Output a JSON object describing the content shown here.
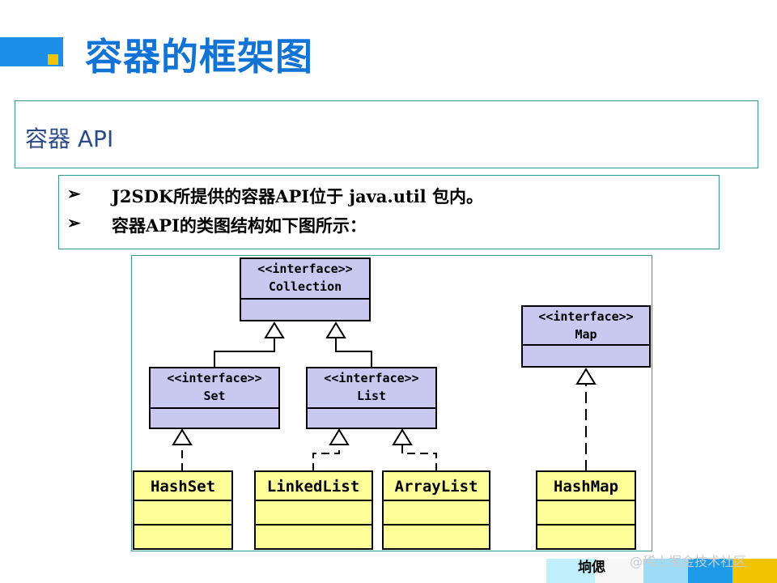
{
  "header": {
    "title": "容器的框架图"
  },
  "section": {
    "title": "容器 API"
  },
  "bullets": {
    "arrow": "➢",
    "items": [
      "J2SDK所提供的容器API位于 java.util 包内。",
      "容器API的类图结构如下图所示："
    ]
  },
  "diagram": {
    "stereotype": "<<interface>>",
    "interfaces": {
      "collection": "Collection",
      "set": "Set",
      "list": "List",
      "map": "Map"
    },
    "classes": {
      "hashset": "HashSet",
      "linkedlist": "LinkedList",
      "arraylist": "ArrayList",
      "hashmap": "HashMap"
    },
    "colors": {
      "interface_fill": "#c8c8f0",
      "class_fill": "#ffff99",
      "stroke": "#000000"
    }
  },
  "footer": {
    "text": "垧偲",
    "watermark": "@稀土掘金技术社区"
  }
}
